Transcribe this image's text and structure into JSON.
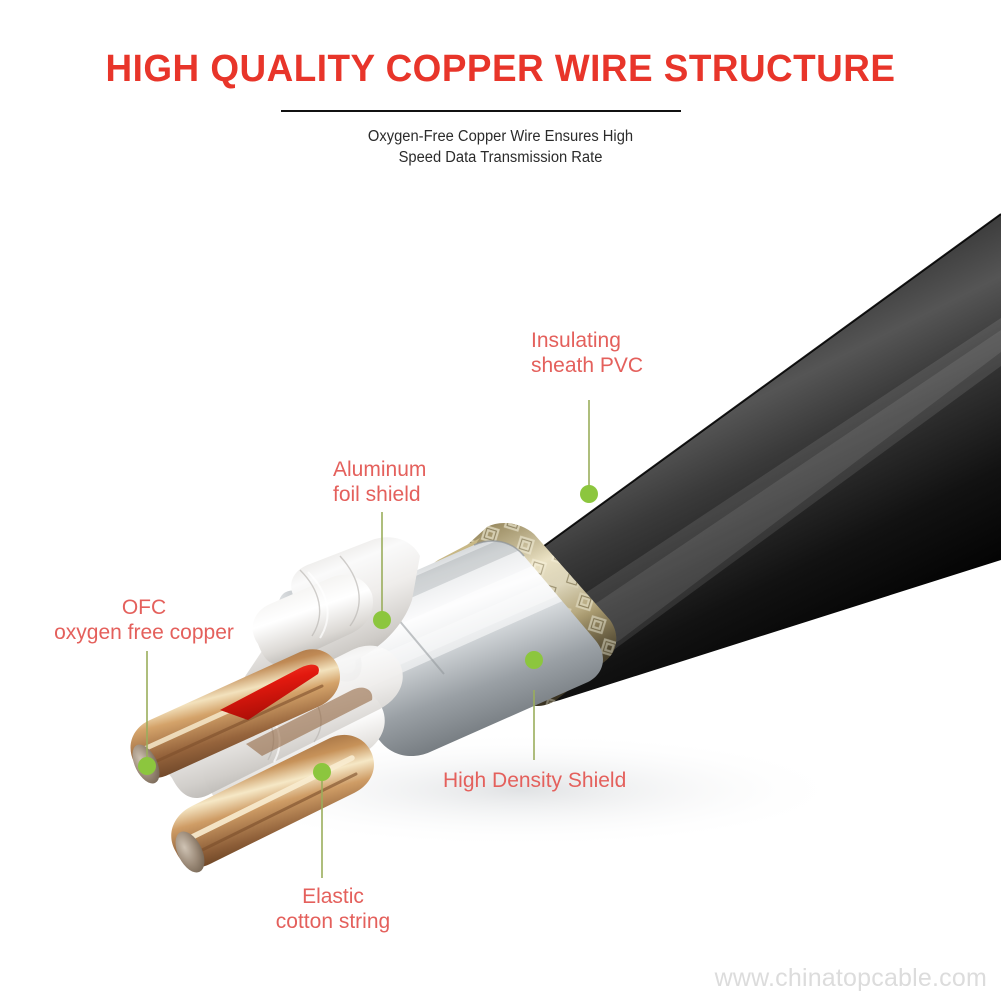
{
  "header": {
    "title": "HIGH QUALITY COPPER WIRE STRUCTURE",
    "subtitle_line1": "Oxygen-Free Copper Wire Ensures High",
    "subtitle_line2": "Speed Data Transmission Rate",
    "title_color": "#e8352a",
    "rule_color": "#111111"
  },
  "callouts": [
    {
      "id": "insulating-sheath-pvc",
      "line1": "Insulating",
      "line2": "sheath PVC",
      "marker_color": "#8cc63e",
      "leader_color": "#9aad5c"
    },
    {
      "id": "aluminum-foil-shield",
      "line1": "Aluminum",
      "line2": "foil shield",
      "marker_color": "#8cc63e",
      "leader_color": "#9aad5c"
    },
    {
      "id": "ofc-oxygen-free-copper",
      "line1": "OFC",
      "line2": "oxygen free copper",
      "marker_color": "#8cc63e",
      "leader_color": "#9aad5c"
    },
    {
      "id": "high-density-shield",
      "line1": "High Density Shield",
      "line2": "",
      "marker_color": "#8cc63e",
      "leader_color": "#9aad5c"
    },
    {
      "id": "elastic-cotton-string",
      "line1": "Elastic",
      "line2": "cotton string",
      "marker_color": "#8cc63e",
      "leader_color": "#9aad5c"
    }
  ],
  "illustration": {
    "subject": "cutaway-coaxial-cable",
    "layers": [
      "black PVC outer sheath",
      "gold braided high density shield",
      "silver aluminum foil shield",
      "white elastic cotton string filler",
      "bare copper OFC conductors",
      "red conductor stripe"
    ],
    "colors": {
      "sheath_black": "#0a0a0a",
      "sheath_highlight": "#4a4a4a",
      "braid_gold": "#cfc08a",
      "braid_gold_dark": "#8e8158",
      "foil_silver": "#b8bcc0",
      "foil_highlight": "#f2f3f4",
      "cotton_white": "#eceae7",
      "copper": "#a5714a",
      "copper_highlight": "#e8d2a8",
      "red_stripe": "#e02020"
    }
  },
  "watermark": {
    "text": "www.chinatopcable.com",
    "color": "#dcdcdc"
  }
}
